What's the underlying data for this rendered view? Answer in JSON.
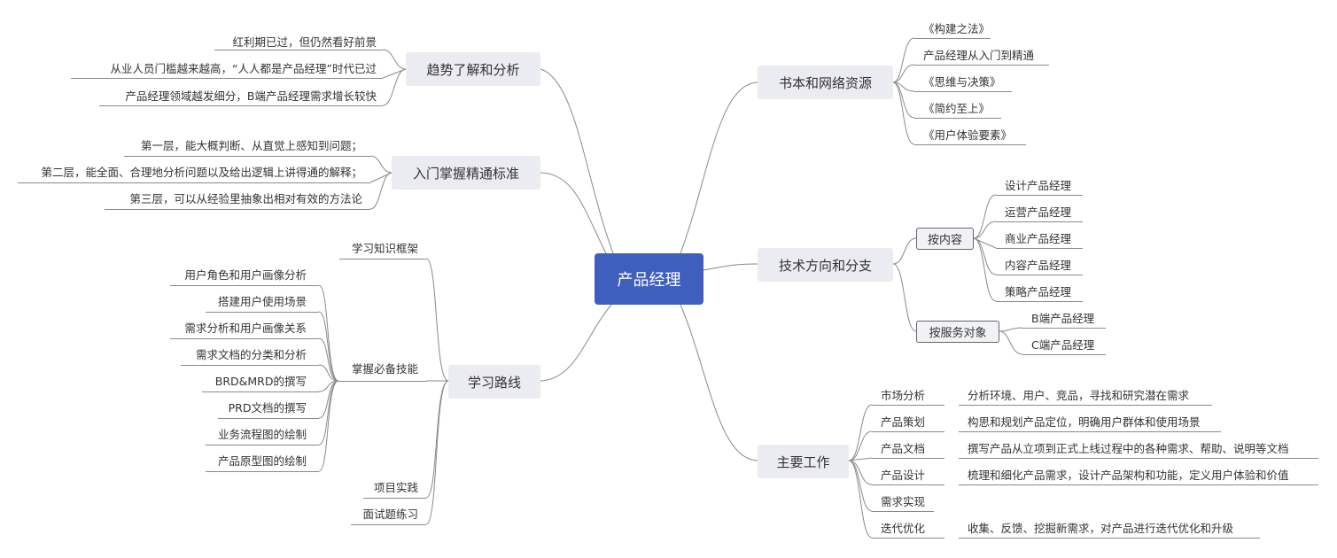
{
  "root": {
    "label": "产品经理"
  },
  "left": {
    "trend": {
      "label": "趋势了解和分析",
      "items": [
        "红利期已过，但仍然看好前景",
        "从业人员门槛越来越高，“人人都是产品经理”时代已过",
        "产品经理领域越发细分，B端产品经理需求增长较快"
      ]
    },
    "standard": {
      "label": "入门掌握精通标准",
      "items": [
        "第一层，能大概判断、从直觉上感知到问题；",
        "第二层，能全面、合理地分析问题以及给出逻辑上讲得通的解释；",
        "第三层，可以从经验里抽象出相对有效的方法论"
      ]
    },
    "path": {
      "label": "学习路线",
      "framework": "学习知识框架",
      "skills": {
        "label": "掌握必备技能",
        "items": [
          "用户角色和用户画像分析",
          "搭建用户使用场景",
          "需求分析和用户画像关系",
          "需求文档的分类和分析",
          "BRD&MRD的撰写",
          "PRD文档的撰写",
          "业务流程图的绘制",
          "产品原型图的绘制"
        ]
      },
      "practice": "项目实践",
      "interview": "面试题练习"
    }
  },
  "right": {
    "books": {
      "label": "书本和网络资源",
      "items": [
        "《构建之法》",
        "产品经理从入门到精通",
        "《思维与决策》",
        "《简约至上》",
        "《用户体验要素》"
      ]
    },
    "tech": {
      "label": "技术方向和分支",
      "content": {
        "label": "按内容",
        "items": [
          "设计产品经理",
          "运营产品经理",
          "商业产品经理",
          "内容产品经理",
          "策略产品经理"
        ]
      },
      "service": {
        "label": "按服务对象",
        "items": [
          "B端产品经理",
          "C端产品经理"
        ]
      }
    },
    "work": {
      "label": "主要工作",
      "items": [
        {
          "name": "市场分析",
          "desc": "分析环境、用户、竞品，寻找和研究潜在需求"
        },
        {
          "name": "产品策划",
          "desc": "构思和规划产品定位，明确用户群体和使用场景"
        },
        {
          "name": "产品文档",
          "desc": "撰写产品从立项到正式上线过程中的各种需求、帮助、说明等文档"
        },
        {
          "name": "产品设计",
          "desc": "梳理和细化产品需求，设计产品架构和功能，定义用户体验和价值"
        },
        {
          "name": "需求实现",
          "desc": ""
        },
        {
          "name": "迭代优化",
          "desc": "收集、反馈、挖掘新需求，对产品进行迭代优化和升级"
        }
      ]
    }
  }
}
